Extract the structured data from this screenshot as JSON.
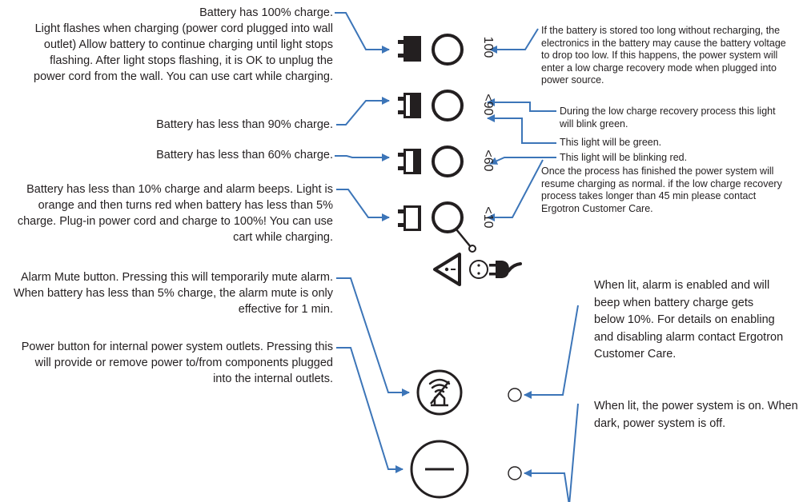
{
  "colors": {
    "arrow": "#3c75b8",
    "ink": "#231f20"
  },
  "levels": [
    "100",
    "<90",
    "<60",
    "<10"
  ],
  "left_notes": {
    "full": {
      "line1": "Battery has 100% charge.",
      "line2": "Light flashes when charging (power cord plugged into wall",
      "line3": "outlet) Allow battery to continue charging until light stops",
      "line4": "flashing. After light stops flashing, it is OK to unplug the",
      "line5": "power cord from the wall. You can use cart while charging."
    },
    "lt90": "Battery has less than 90% charge.",
    "lt60": "Battery has less than 60% charge.",
    "lt10": {
      "line1": "Battery has less than 10% charge and alarm beeps. Light is",
      "line2": "orange and then turns red when battery has less than 5%",
      "line3": "charge. Plug-in power cord and charge to 100%! You can use",
      "line4": "cart while charging."
    },
    "mute": {
      "line1": "Alarm Mute button. Pressing this will temporarily mute alarm.",
      "line2": "When battery has less than 5% charge, the alarm mute is only",
      "line3": "effective for 1 min."
    },
    "power": {
      "line1": "Power button for internal power system outlets. Pressing this",
      "line2": "will provide or remove power to/from components plugged",
      "line3": "into the internal outlets."
    }
  },
  "right_notes": {
    "storage": {
      "line1": "If the battery is stored too long without recharging, the",
      "line2": "electronics in the battery may  cause the battery voltage",
      "line3": "to drop too low. If this happens, the power system will",
      "line4": "enter a low charge recovery mode when plugged into",
      "line5": "power source."
    },
    "blink_green": {
      "line1": "During the low charge recovery process this light",
      "line2": "will blink green."
    },
    "green": "This light will be green.",
    "blink_red": "This light will be blinking red.",
    "finished": {
      "line1": "Once the process has finished the power system will",
      "line2": "resume charging as normal. if the low charge recovery",
      "line3": "process takes longer than 45 min please contact",
      "line4": "Ergotron Customer Care."
    },
    "alarm_led": {
      "line1": "When lit, alarm is enabled and will",
      "line2": "beep when battery charge gets",
      "line3": "below 10%. For details on enabling",
      "line4": "and disabling alarm contact Ergotron",
      "line5": "Customer Care."
    },
    "power_led": {
      "line1": "When lit, the power system is on. When",
      "line2": "dark, power system is off."
    }
  }
}
